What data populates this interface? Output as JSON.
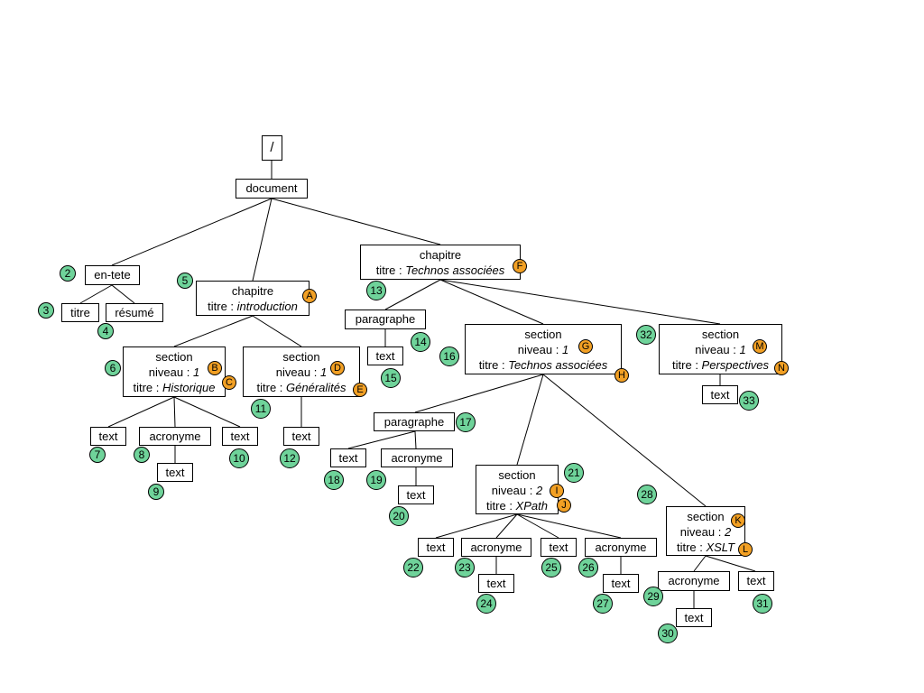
{
  "tree": {
    "root": "/",
    "document": "document",
    "en_tete": "en-tete",
    "titre": "titre",
    "resume": "résumé",
    "chapitre1": {
      "lbl1": "chapitre",
      "lbl2": "titre : ",
      "val": "introduction"
    },
    "section_hist": {
      "l1": "section",
      "lbl2": "niveau : ",
      "val2": "1",
      "lbl3": "titre : ",
      "val3": "Historique"
    },
    "section_gen": {
      "l1": "section",
      "lbl2": "niveau : ",
      "val2": "1",
      "lbl3": "titre : ",
      "val3": "Généralités"
    },
    "text": "text",
    "acronyme": "acronyme",
    "paragraphe": "paragraphe",
    "chapitre2": {
      "lbl1": "chapitre",
      "lbl2": "titre : ",
      "val": "Technos  associées"
    },
    "section_tech": {
      "l1": "section",
      "lbl2": "niveau : ",
      "val2": "1",
      "lbl3": "titre : ",
      "val3": "Technos associées"
    },
    "section_persp": {
      "l1": "section",
      "lbl2": "niveau : ",
      "val2": "1",
      "lbl3": "titre : ",
      "val3": "Perspectives"
    },
    "section_xpath": {
      "l1": "section",
      "lbl2": "niveau : ",
      "val2": "2",
      "lbl3": "titre : ",
      "val3": "XPath"
    },
    "section_xslt": {
      "l1": "section",
      "lbl2": "niveau : ",
      "val2": "2",
      "lbl3": "titre : ",
      "val3": "XSLT"
    }
  },
  "numbers": [
    "2",
    "3",
    "4",
    "5",
    "6",
    "7",
    "8",
    "9",
    "10",
    "11",
    "12",
    "13",
    "14",
    "15",
    "16",
    "17",
    "18",
    "19",
    "20",
    "21",
    "22",
    "23",
    "24",
    "25",
    "26",
    "27",
    "28",
    "29",
    "30",
    "31",
    "32",
    "33"
  ],
  "letters": [
    "A",
    "B",
    "C",
    "D",
    "E",
    "F",
    "G",
    "H",
    "I",
    "J",
    "K",
    "L",
    "M",
    "N"
  ],
  "colors": {
    "number_marker": "#6fd39a",
    "letter_marker": "#f2a024"
  }
}
